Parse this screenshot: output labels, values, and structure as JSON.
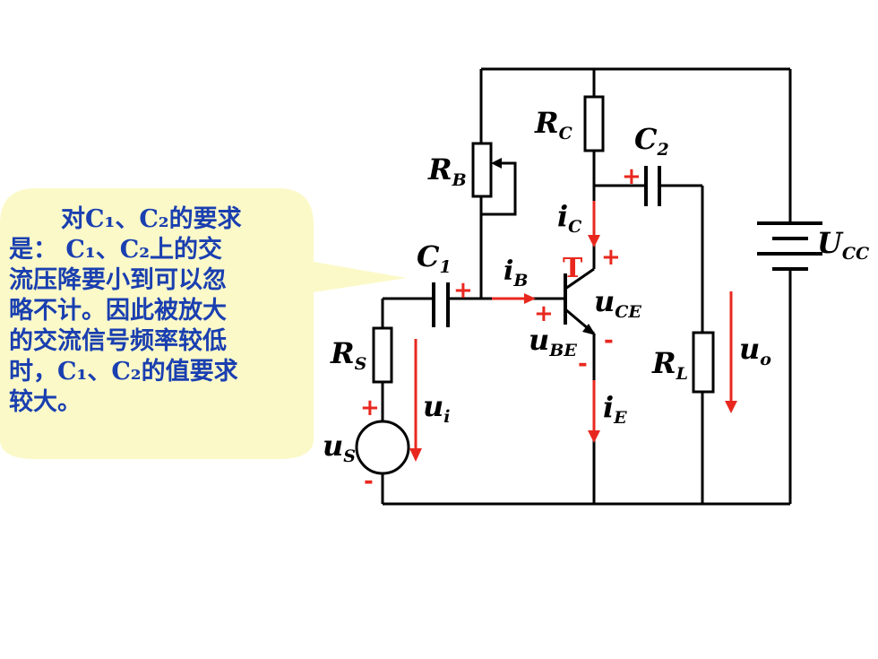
{
  "note": {
    "line1": "对C₁、C₂的要求",
    "line2": "是： C₁、C₂上的交",
    "line3": "流压降要小到可以忽",
    "line4": "略不计。因此被放大",
    "line5": "的交流信号频率较低",
    "line6": "时，C₁、C₂的值要求",
    "line7": "较大。"
  },
  "labels": {
    "rc": {
      "main": "R",
      "sub": "C"
    },
    "c2": {
      "main": "C",
      "sub": "2"
    },
    "rb": {
      "main": "R",
      "sub": "B"
    },
    "ic": {
      "main": "i",
      "sub": "C"
    },
    "c1": {
      "main": "C",
      "sub": "1"
    },
    "ib": {
      "main": "i",
      "sub": "B"
    },
    "t": "T",
    "uce": {
      "main": "u",
      "sub": "CE"
    },
    "ube": {
      "main": "u",
      "sub": "BE"
    },
    "ucc": {
      "main": "U",
      "sub": "CC"
    },
    "rs": {
      "main": "R",
      "sub": "S"
    },
    "rl": {
      "main": "R",
      "sub": "L"
    },
    "uo": {
      "main": "u",
      "sub": "o"
    },
    "ui": {
      "main": "u",
      "sub": "i"
    },
    "ie": {
      "main": "i",
      "sub": "E"
    },
    "us": {
      "main": "u",
      "sub": "S"
    }
  },
  "signs": {
    "plus": "+",
    "minus": "-"
  },
  "colors": {
    "accent": "#e8281f",
    "note_text": "#1a3fb0",
    "callout_fill": "#fbf9c8"
  }
}
